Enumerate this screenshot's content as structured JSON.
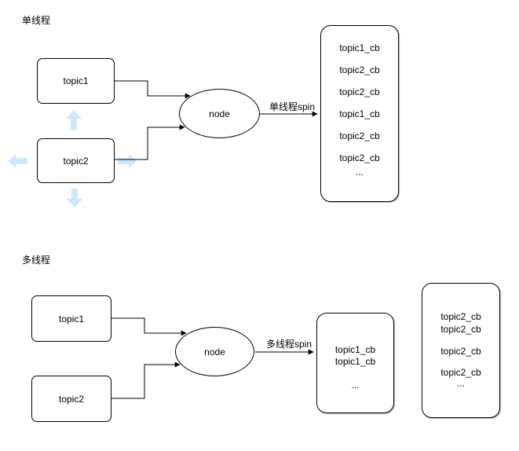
{
  "colors": {
    "stroke": "#000000",
    "background": "#ffffff",
    "hover_arrow": "#cfe7fb",
    "text": "#000000"
  },
  "single_thread": {
    "title": "单线程",
    "topic1_label": "topic1",
    "topic2_label": "topic2",
    "node_label": "node",
    "spin_label": "单线程spin",
    "queue": {
      "items": [
        "topic1_cb",
        "topic2_cb",
        "topic2_cb",
        "topic1_cb",
        "topic2_cb",
        "topic2_cb"
      ],
      "ellipsis": "..."
    }
  },
  "multi_thread": {
    "title": "多线程",
    "topic1_label": "topic1",
    "topic2_label": "topic2",
    "node_label": "node",
    "spin_label": "多线程spin",
    "queue_topic1": {
      "items": [
        "topic1_cb",
        "topic1_cb"
      ],
      "ellipsis": "..."
    },
    "queue_topic2": {
      "items": [
        "topic2_cb",
        "topic2_cb",
        "topic2_cb",
        "topic2_cb"
      ],
      "ellipsis": "..."
    }
  }
}
